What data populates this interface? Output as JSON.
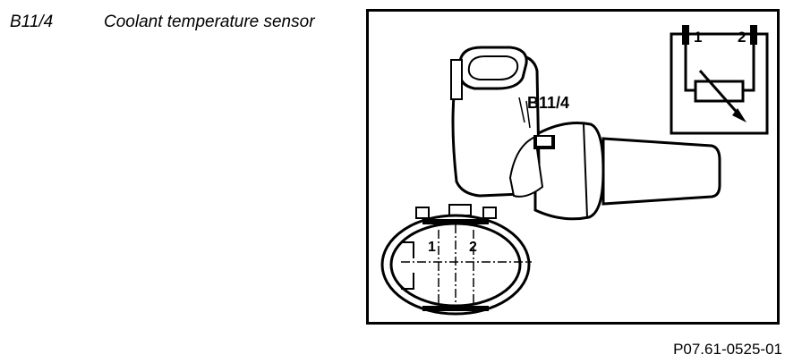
{
  "component": {
    "code": "B11/4",
    "name": "Coolant temperature sensor"
  },
  "figure": {
    "callout_label": "B11/4",
    "schematic": {
      "pin_1": "1",
      "pin_2": "2"
    },
    "connector_face": {
      "pin_1": "1",
      "pin_2": "2"
    }
  },
  "figure_reference": "P07.61-0525-01"
}
